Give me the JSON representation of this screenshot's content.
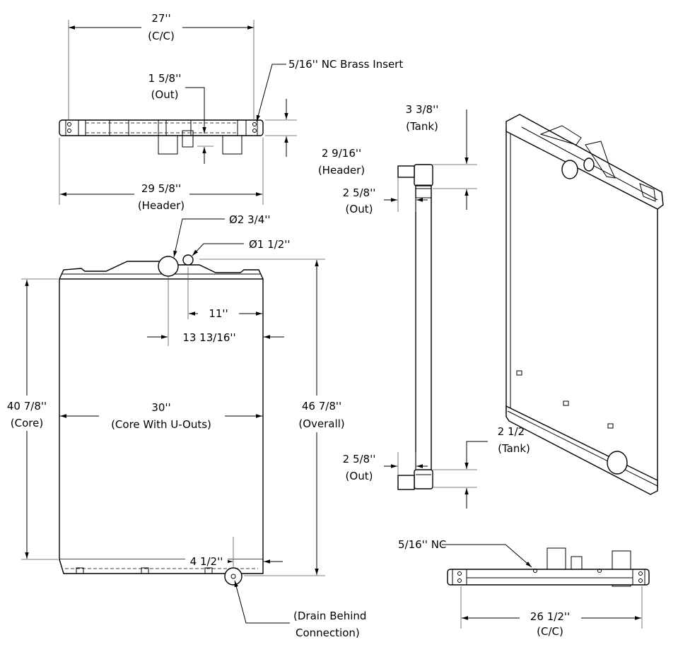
{
  "drawing": {
    "top_view": {
      "width_cc": "27''",
      "width_cc_note": "(C/C)",
      "insert_label": "5/16'' NC Brass Insert",
      "outlet_offset": "1 5/8''",
      "outlet_offset_note": "(Out)",
      "header_height": "2 9/16''",
      "header_height_note": "(Header)",
      "header_width": "29 5/8''",
      "header_width_note": "(Header)"
    },
    "front_view": {
      "inlet_diameter": "Ø2 3/4''",
      "small_diameter": "Ø1 1/2''",
      "dim_11": "11''",
      "dim_13": "13 13/16''",
      "core_height": "40 7/8''",
      "core_height_note": "(Core)",
      "core_width": "30''",
      "core_width_note": "(Core With U-Outs)",
      "overall_height": "46 7/8''",
      "overall_height_note": "(Overall)",
      "drain_offset": "4 1/2''",
      "drain_note_1": "(Drain Behind",
      "drain_note_2": "Connection)"
    },
    "side_view": {
      "top_tank": "3 3/8''",
      "top_tank_note": "(Tank)",
      "top_out": "2 5/8''",
      "top_out_note": "(Out)",
      "bottom_tank": "2 1/2''",
      "bottom_tank_note": "(Tank)",
      "bottom_out": "2 5/8''",
      "bottom_out_note": "(Out)"
    },
    "bottom_view": {
      "insert_label": "5/16'' NC",
      "width_cc": "26 1/2''",
      "width_cc_note": "(C/C)"
    }
  }
}
